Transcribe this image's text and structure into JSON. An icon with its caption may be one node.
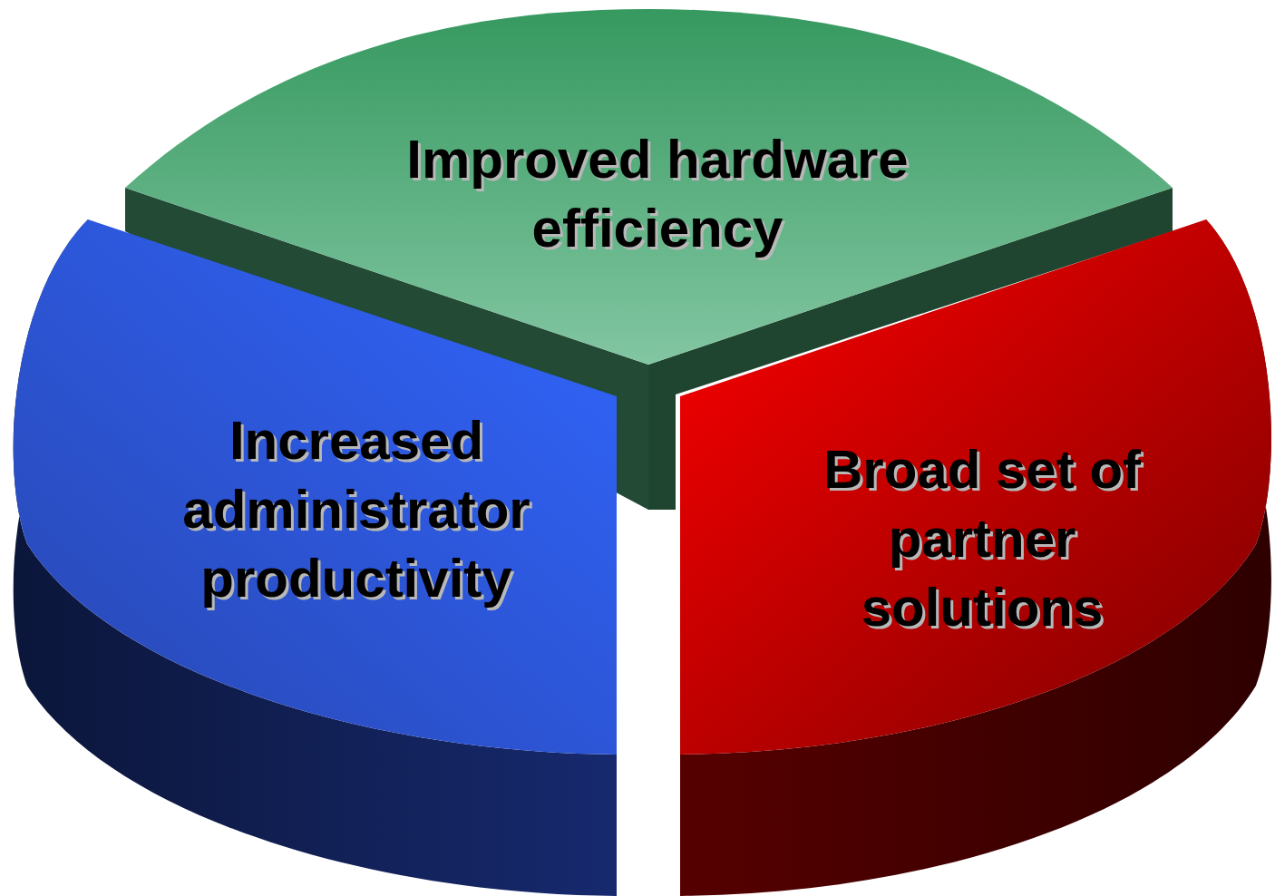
{
  "diagram": {
    "nodes": [
      {
        "text": [
          "Improved hardware efficiency"
        ]
      },
      {
        "text": [
          "Increased administrator productivity"
        ]
      },
      {
        "text": [
          "Broad set of partner solutions"
        ]
      }
    ]
  }
}
